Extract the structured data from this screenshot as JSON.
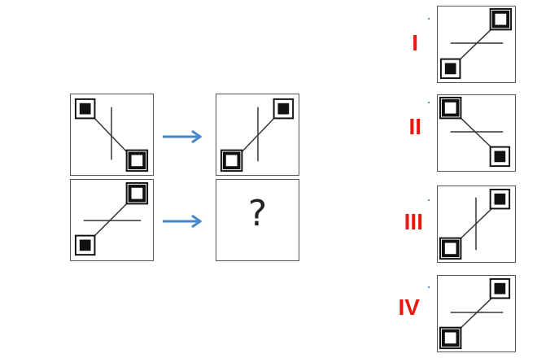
{
  "question_mark": "?",
  "options": [
    {
      "label": "I"
    },
    {
      "label": "II"
    },
    {
      "label": "III"
    },
    {
      "label": "IV"
    }
  ],
  "colors": {
    "arrow": "#4a86c8",
    "option_label": "#e8180f",
    "line": "#333333"
  }
}
